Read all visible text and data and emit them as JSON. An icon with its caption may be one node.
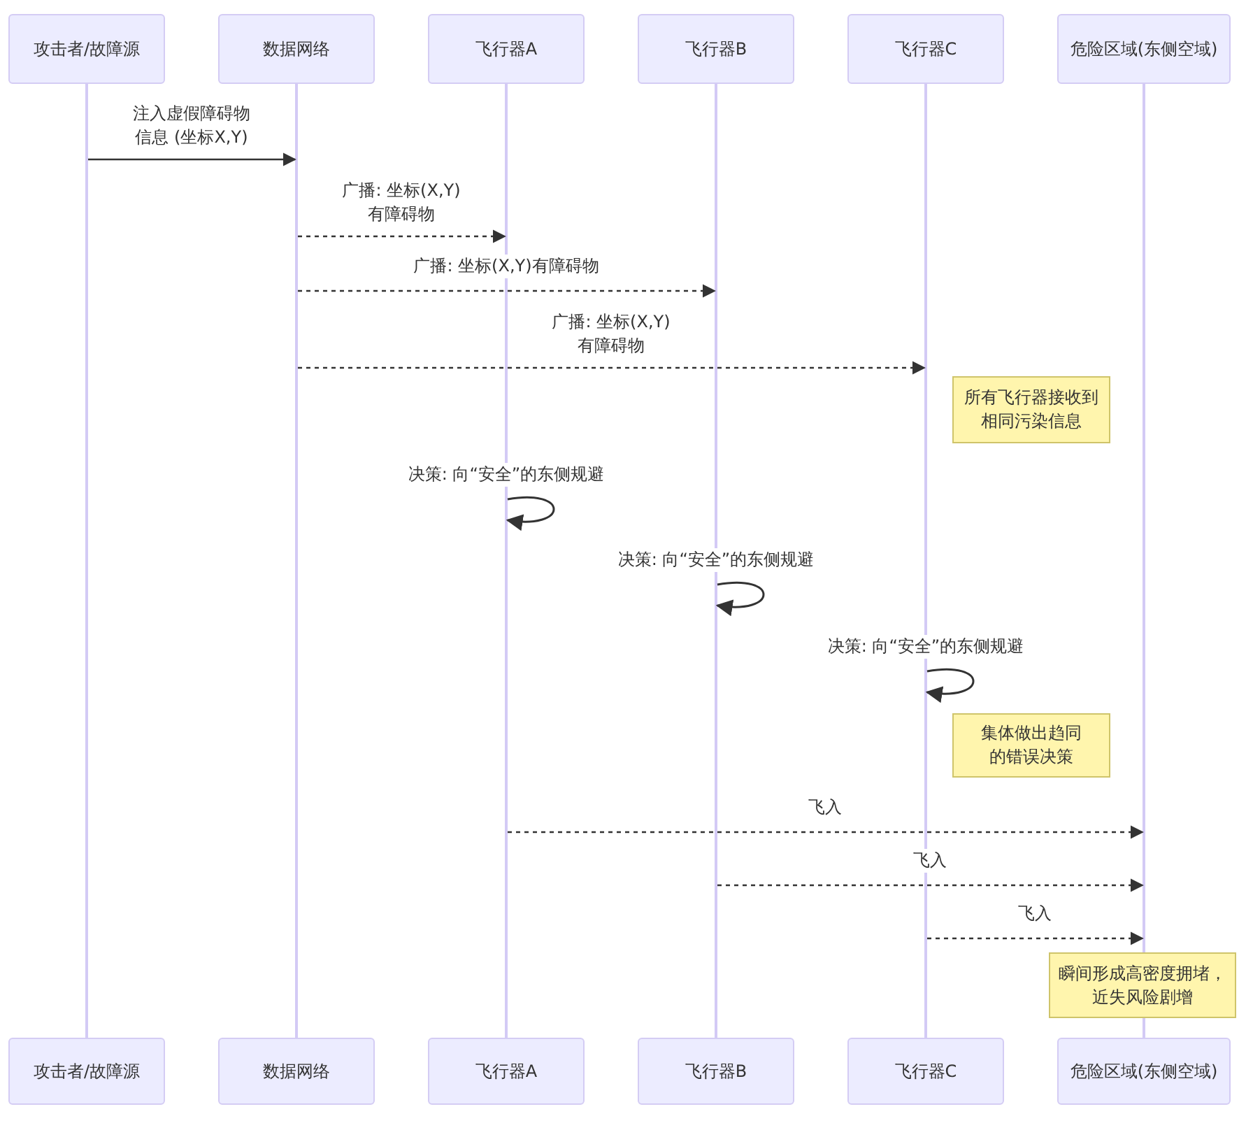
{
  "diagram": {
    "nodes": [
      {
        "text": [
          "攻击者/故障源"
        ]
      },
      {
        "text": [
          "数据网络"
        ]
      },
      {
        "text": [
          "飞行器A"
        ]
      },
      {
        "text": [
          "飞行器B"
        ]
      },
      {
        "text": [
          "飞行器C"
        ]
      },
      {
        "text": [
          "危险区域(东侧空域)"
        ]
      },
      {
        "text": [],
        "shape": "bar"
      },
      {
        "text": [],
        "shape": "bar"
      },
      {
        "text": [],
        "shape": "bar"
      },
      {
        "text": [],
        "shape": "bar"
      },
      {
        "text": [],
        "shape": "bar"
      },
      {
        "text": [],
        "shape": "bar"
      },
      {
        "text": [
          "攻击者/故障源"
        ]
      },
      {
        "text": [
          "数据网络"
        ]
      },
      {
        "text": [
          "飞行器A"
        ]
      },
      {
        "text": [
          "飞行器B"
        ]
      },
      {
        "text": [
          "飞行器C"
        ]
      },
      {
        "text": [
          "危险区域(东侧空域)"
        ]
      },
      {
        "text": [
          "所有飞行器接收到相同污染信息"
        ]
      },
      {
        "text": [
          "集体做出趋同的错误决策"
        ]
      },
      {
        "text": [
          "瞬间形成高密度拥堵，近失风险剧增"
        ]
      }
    ],
    "edges": [
      {
        "from": 6,
        "to": 7,
        "arrow": "to",
        "label": "注入虚假障碍物信息 (坐标X,Y)"
      },
      {
        "from": 7,
        "to": 8,
        "arrow": "to",
        "label": "广播: 坐标(X,Y)有障碍物",
        "style": "dashed"
      },
      {
        "from": 7,
        "to": 9,
        "arrow": "to",
        "label": "广播: 坐标(X,Y)有障碍物",
        "style": "dashed"
      },
      {
        "from": 7,
        "to": 10,
        "arrow": "to",
        "label": "广播: 坐标(X,Y)有障碍物",
        "style": "dashed"
      },
      {
        "from": 8,
        "to": 8,
        "arrow": "to",
        "label": "决策: 向“安全”的东侧规避"
      },
      {
        "from": 9,
        "to": 9,
        "arrow": "to",
        "label": "决策: 向“安全”的东侧规避"
      },
      {
        "from": 10,
        "to": 10,
        "arrow": "to",
        "label": "决策: 向“安全”的东侧规避"
      },
      {
        "from": 8,
        "to": 11,
        "arrow": "to",
        "label": "飞入",
        "style": "dashed"
      },
      {
        "from": 9,
        "to": 11,
        "arrow": "to",
        "label": "飞入",
        "style": "dashed"
      },
      {
        "from": 10,
        "to": 11,
        "arrow": "to",
        "label": "飞入",
        "style": "dashed"
      }
    ]
  }
}
